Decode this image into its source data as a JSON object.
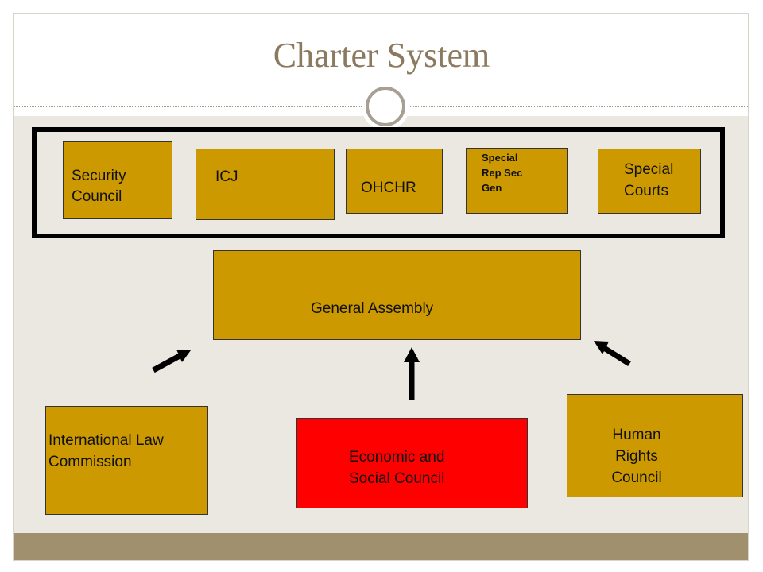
{
  "slide": {
    "title": "Charter System",
    "colors": {
      "title": "#8b7a5f",
      "box_fill": "#cc9900",
      "highlight_fill": "#ff0000",
      "content_background": "#ebe8e1",
      "footer_bar": "#a0906d"
    }
  },
  "charter_bodies": {
    "security_council": {
      "line1": "Security",
      "line2": "Council"
    },
    "icj": {
      "label": "ICJ"
    },
    "ohchr": {
      "label": "OHCHR"
    },
    "special_rep": {
      "line1": "Special",
      "line2": "Rep Sec",
      "line3": "Gen"
    },
    "special_courts": {
      "line1": "Special",
      "line2": "Courts"
    }
  },
  "general_assembly": {
    "label": "General Assembly"
  },
  "subsidiary_bodies": {
    "ilc": {
      "line1": "International Law",
      "line2": "Commission"
    },
    "ecosoc": {
      "line1": "Economic and",
      "line2": "Social Council"
    },
    "hrc": {
      "line1": "Human Rights",
      "line2": "Council"
    }
  },
  "icons": {
    "arrows": [
      "arrow-icon",
      "arrow-icon",
      "arrow-icon"
    ],
    "ornament": "circle-ornament-icon"
  }
}
